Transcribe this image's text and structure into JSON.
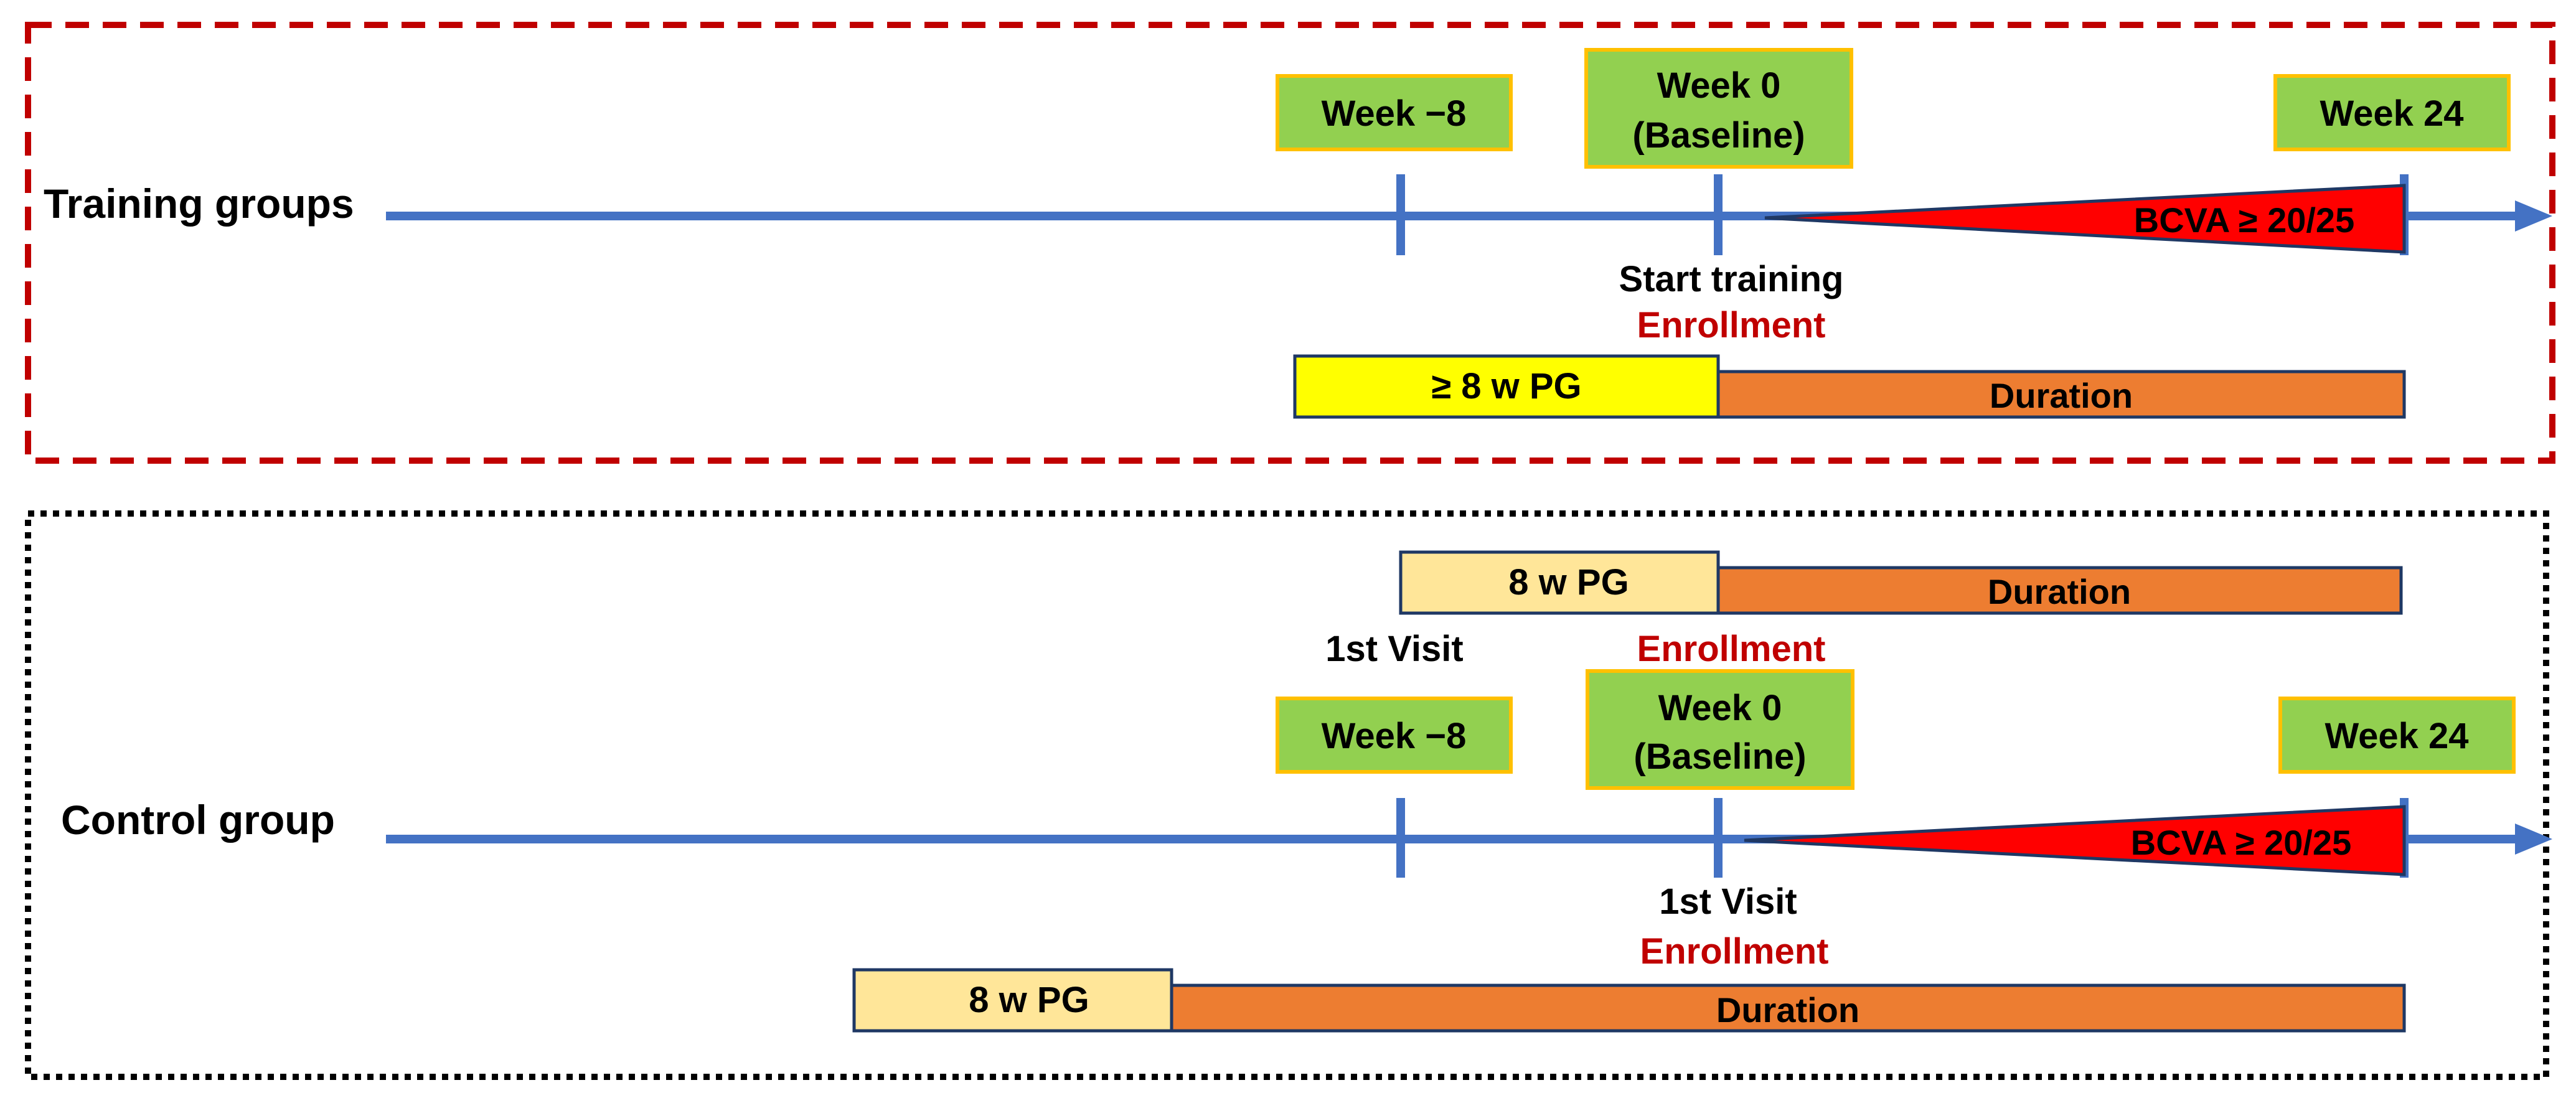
{
  "colors": {
    "training_frame": "#c00000",
    "control_frame": "#000000",
    "timeline": "#4472c4",
    "week_box_fill": "#92d050",
    "week_box_border": "#ffc000",
    "triangle": "#ff0000",
    "enrollment_text": "#c00000",
    "pg_training_fill": "#ffff00",
    "pg_control_fill": "#ffe699",
    "duration_fill": "#ed7d31",
    "bar_border": "#1f3864",
    "text": "#000000"
  },
  "training": {
    "group_label": "Training groups",
    "week_minus8": "Week −8",
    "week0_line1": "Week 0",
    "week0_line2": "(Baseline)",
    "week24": "Week 24",
    "bcva": "BCVA ≥ 20/25",
    "start_training": "Start training",
    "enrollment": "Enrollment",
    "pg_label": "≥ 8 w PG",
    "duration_label": "Duration"
  },
  "control": {
    "group_label": "Control group",
    "top_pg_label": "8 w PG",
    "top_duration_label": "Duration",
    "first_visit_top": "1st Visit",
    "enrollment_top": "Enrollment",
    "week_minus8": "Week −8",
    "week0_line1": "Week 0",
    "week0_line2": "(Baseline)",
    "week24": "Week 24",
    "bcva": "BCVA ≥ 20/25",
    "first_visit_bottom": "1st Visit",
    "enrollment_bottom": "Enrollment",
    "bottom_pg_label": "8 w PG",
    "bottom_duration_label": "Duration"
  }
}
